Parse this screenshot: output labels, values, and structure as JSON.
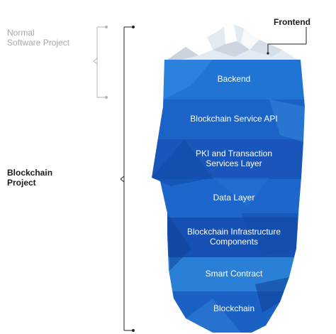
{
  "labels": {
    "normal_line1": "Normal",
    "normal_line2": "Software Project",
    "blockchain_line1": "Blockchain",
    "blockchain_line2": "Project",
    "frontend": "Frontend"
  },
  "layers": [
    {
      "lines": [
        "Backend"
      ],
      "color": "#1f74d4"
    },
    {
      "lines": [
        "Blockchain Service API"
      ],
      "color": "#1b63c6"
    },
    {
      "lines": [
        "PKI and Transaction",
        "Services Layer"
      ],
      "color": "#1a56b9"
    },
    {
      "lines": [
        "Data Layer"
      ],
      "color": "#1d66cb"
    },
    {
      "lines": [
        "Blockchain Infrastructure",
        "Components"
      ],
      "color": "#1650b2"
    },
    {
      "lines": [
        "Smart Contract"
      ],
      "color": "#2a7fd6"
    },
    {
      "lines": [
        "Blockchain"
      ],
      "color": "#1b60c3"
    }
  ],
  "colors": {
    "bracket_gray": "#b5b5b5",
    "bracket_dark": "#222222",
    "ice_tip": "#e9eef3"
  }
}
